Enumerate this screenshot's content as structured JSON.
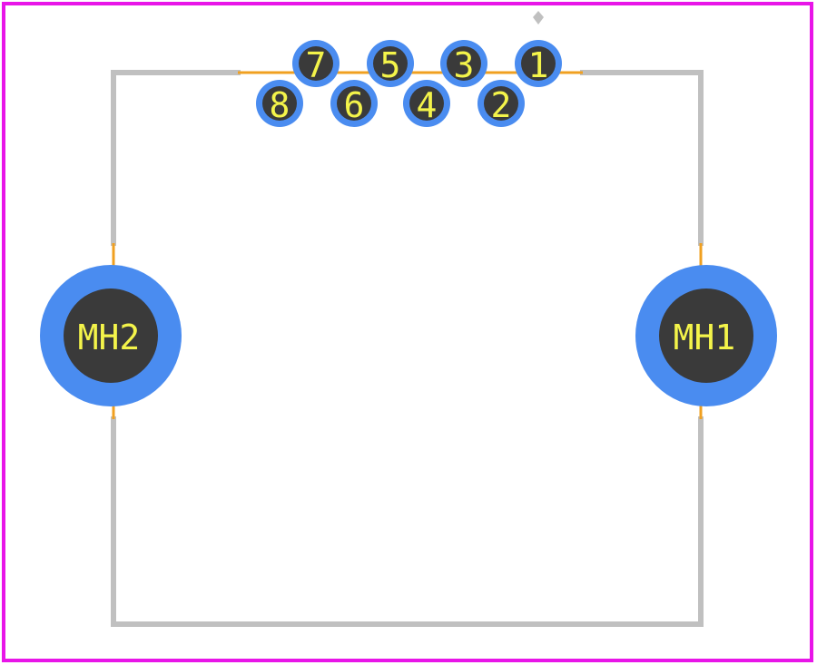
{
  "colors": {
    "board_outline": "#e815e8",
    "silkscreen": "#c0c0c0",
    "copper_trace": "#f0a020",
    "pad_ring": "#4a8cf0",
    "drill_hole": "#3a3a3a",
    "label_text": "#f4f44a"
  },
  "pin1_marker": "diamond",
  "pads": [
    {
      "label": "7"
    },
    {
      "label": "5"
    },
    {
      "label": "3"
    },
    {
      "label": "1"
    },
    {
      "label": "8"
    },
    {
      "label": "6"
    },
    {
      "label": "4"
    },
    {
      "label": "2"
    }
  ],
  "mounting_holes": [
    {
      "label": "MH2"
    },
    {
      "label": "MH1"
    }
  ]
}
